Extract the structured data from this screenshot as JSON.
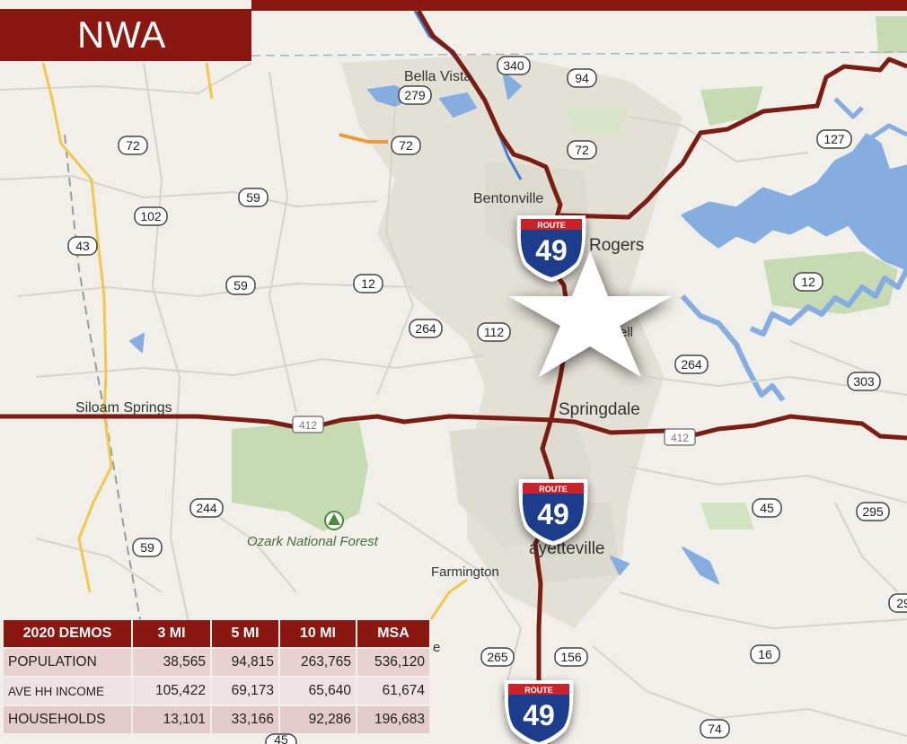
{
  "title": "NWA",
  "colors": {
    "brand": "#8a1710",
    "water": "#7fa9dc",
    "forest": "#c5dbb0",
    "urban": "#e2e0d6",
    "state_road": "#f0c64a",
    "local_road": "#d6d3cc"
  },
  "places": {
    "bella_vista": "Bella Vista",
    "bentonville": "Bentonville",
    "rogers": "Rogers",
    "lowell_partial": "ell",
    "siloam_springs": "Siloam Springs",
    "springdale": "Springdale",
    "fayetteville": "ayetteville",
    "farmington": "Farmington",
    "ozark_forest": "Ozark National Forest",
    "partial_e": "e"
  },
  "route_shield": {
    "top_label": "ROUTE",
    "number": "49"
  },
  "road_badges": {
    "r340": "340",
    "r94": "94",
    "r279": "279",
    "r72a": "72",
    "r72b": "72",
    "r72c": "72",
    "r127": "127",
    "r59a": "59",
    "r102": "102",
    "r43": "43",
    "r59b": "59",
    "r12a": "12",
    "r12b": "12",
    "r264a": "264",
    "r112": "112",
    "r264b": "264",
    "r303": "303",
    "r412a": "412",
    "r412b": "412",
    "r244": "244",
    "r45": "45",
    "r295": "295",
    "r59c": "59",
    "r265": "265",
    "r156": "156",
    "r16": "16",
    "r74": "74",
    "r45b": "45",
    "r29": "29"
  },
  "star_icon": "star-icon",
  "demos": {
    "headers": [
      "2020 DEMOS",
      "3 MI",
      "5 MI",
      "10 MI",
      "MSA"
    ],
    "rows": [
      {
        "label": "POPULATION",
        "v3": "38,565",
        "v5": "94,815",
        "v10": "263,765",
        "msa": "536,120"
      },
      {
        "label": "AVE HH INCOME",
        "v3": "105,422",
        "v5": "69,173",
        "v10": "65,640",
        "msa": "61,674"
      },
      {
        "label": "HOUSEHOLDS",
        "v3": "13,101",
        "v5": "33,166",
        "v10": "92,286",
        "msa": "196,683"
      }
    ]
  }
}
